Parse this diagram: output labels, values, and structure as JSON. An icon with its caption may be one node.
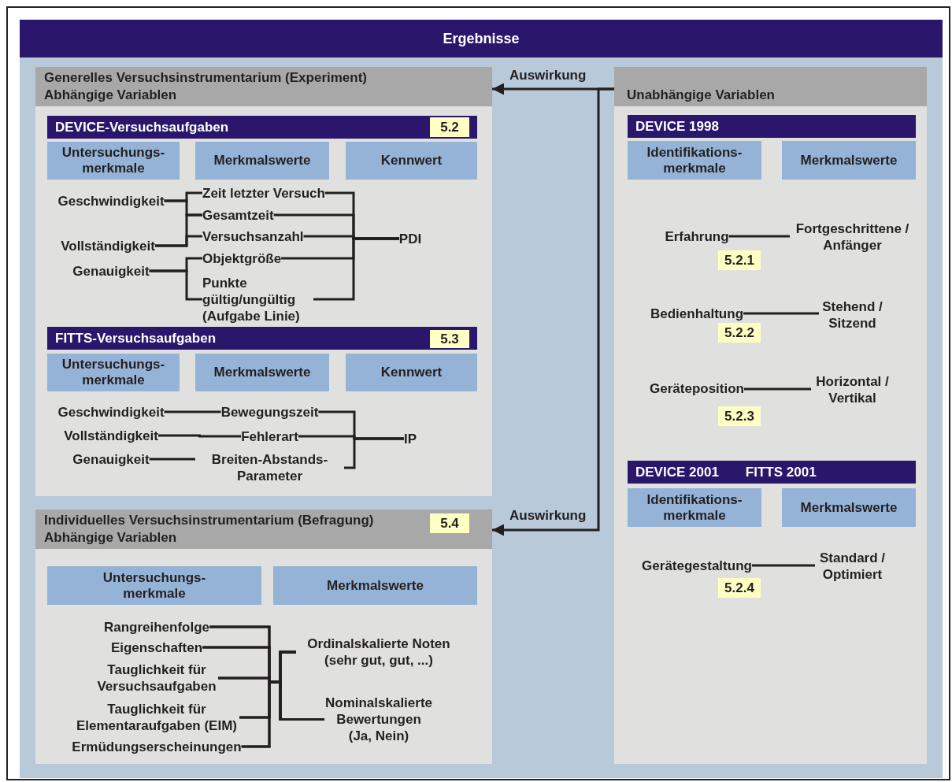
{
  "diagram": {
    "nodes": [
      {
        "text": [
          "Ergebnisse"
        ]
      },
      {
        "text": [
          "Generelles Versuchsinstrumentarium (Experiment)",
          "Abhängige Variablen"
        ],
        "in": 0
      },
      {
        "text": [
          "DEVICE-Versuchsaufgaben"
        ],
        "in": 1
      },
      {
        "text": [
          "5.2"
        ],
        "in": 2
      },
      {
        "text": [
          "Untersuchungs- merkmale"
        ],
        "in": 1
      },
      {
        "text": [
          "Merkmalswerte"
        ],
        "in": 1
      },
      {
        "text": [
          "Kennwert"
        ],
        "in": 1
      },
      {
        "text": [
          "Geschwindigkeit"
        ],
        "in": 1
      },
      {
        "text": [
          "Vollständigkeit"
        ],
        "in": 1
      },
      {
        "text": [
          "Genauigkeit"
        ],
        "in": 1
      },
      {
        "text": [
          "Zeit letzter Versuch"
        ],
        "in": 1
      },
      {
        "text": [
          "Gesamtzeit"
        ],
        "in": 1
      },
      {
        "text": [
          "Versuchsanzahl"
        ],
        "in": 1
      },
      {
        "text": [
          "Objektgröße"
        ],
        "in": 1
      },
      {
        "text": [
          "Punkte gültig/ungültig (Aufgabe Linie)"
        ],
        "in": 1
      },
      {
        "text": [
          "PDI"
        ],
        "in": 1
      },
      {
        "text": [
          "FITTS-Versuchsaufgaben"
        ],
        "in": 1
      },
      {
        "text": [
          "5.3"
        ],
        "in": 16
      },
      {
        "text": [
          "Untersuchungs- merkmale"
        ],
        "in": 1
      },
      {
        "text": [
          "Merkmalswerte"
        ],
        "in": 1
      },
      {
        "text": [
          "Kennwert"
        ],
        "in": 1
      },
      {
        "text": [
          "Geschwindigkeit"
        ],
        "in": 1
      },
      {
        "text": [
          "Vollständigkeit"
        ],
        "in": 1
      },
      {
        "text": [
          "Genauigkeit"
        ],
        "in": 1
      },
      {
        "text": [
          "Bewegungszeit"
        ],
        "in": 1
      },
      {
        "text": [
          "Fehlerart"
        ],
        "in": 1
      },
      {
        "text": [
          "Breiten-Abstands- Parameter"
        ],
        "in": 1
      },
      {
        "text": [
          "IP"
        ],
        "in": 1
      },
      {
        "text": [
          "Individuelles Versuchsinstrumentarium (Befragung)",
          "Abhängige Variablen"
        ],
        "in": 0
      },
      {
        "text": [
          "5.4"
        ],
        "in": 28
      },
      {
        "text": [
          "Untersuchungs- merkmale"
        ],
        "in": 28
      },
      {
        "text": [
          "Merkmalswerte"
        ],
        "in": 28
      },
      {
        "text": [
          "Rangreihenfolge"
        ],
        "in": 28
      },
      {
        "text": [
          "Eigenschaften"
        ],
        "in": 28
      },
      {
        "text": [
          "Tauglichkeit für Versuchsaufgaben"
        ],
        "in": 28
      },
      {
        "text": [
          "Tauglichkeit für Elementaraufgaben (EIM)"
        ],
        "in": 28
      },
      {
        "text": [
          "Ermüdungserscheinungen"
        ],
        "in": 28
      },
      {
        "text": [
          "Ordinalskalierte Noten (sehr gut, gut, ...)"
        ],
        "in": 28
      },
      {
        "text": [
          "Nominalskalierte Bewertungen (Ja, Nein)"
        ],
        "in": 28
      },
      {
        "text": [
          "Unabhängige Variablen"
        ],
        "in": 0
      },
      {
        "text": [
          "DEVICE 1998"
        ],
        "in": 39
      },
      {
        "text": [
          "Identifikations- merkmale"
        ],
        "in": 39
      },
      {
        "text": [
          "Merkmalswerte"
        ],
        "in": 39
      },
      {
        "text": [
          "Erfahrung"
        ],
        "in": 39
      },
      {
        "text": [
          "5.2.1"
        ],
        "in": 39
      },
      {
        "text": [
          "Fortgeschrittene / Anfänger"
        ],
        "in": 39
      },
      {
        "text": [
          "Bedienhaltung"
        ],
        "in": 39
      },
      {
        "text": [
          "5.2.2"
        ],
        "in": 39
      },
      {
        "text": [
          "Stehend / Sitzend"
        ],
        "in": 39
      },
      {
        "text": [
          "Geräteposition"
        ],
        "in": 39
      },
      {
        "text": [
          "5.2.3"
        ],
        "in": 39
      },
      {
        "text": [
          "Horizontal / Vertikal"
        ],
        "in": 39
      },
      {
        "text": [
          "DEVICE 2001",
          "FITTS 2001"
        ],
        "in": 39
      },
      {
        "text": [
          "Identifikations- merkmale"
        ],
        "in": 39
      },
      {
        "text": [
          "Merkmalswerte"
        ],
        "in": 39
      },
      {
        "text": [
          "Gerätegestaltung"
        ],
        "in": 39
      },
      {
        "text": [
          "5.2.4"
        ],
        "in": 39
      },
      {
        "text": [
          "Standard / Optimiert"
        ],
        "in": 39
      }
    ],
    "edges": [
      {
        "from": 39,
        "to": 1,
        "arrow": "to",
        "label": "Auswirkung"
      },
      {
        "from": 39,
        "to": 28,
        "arrow": "to",
        "label": "Auswirkung"
      },
      {
        "from": 7,
        "to": 10,
        "arrow": "none"
      },
      {
        "from": 7,
        "to": 11,
        "arrow": "none"
      },
      {
        "from": 8,
        "to": 11,
        "arrow": "none"
      },
      {
        "from": 8,
        "to": 12,
        "arrow": "none"
      },
      {
        "from": 9,
        "to": 13,
        "arrow": "none"
      },
      {
        "from": 9,
        "to": 14,
        "arrow": "none"
      },
      {
        "from": 10,
        "to": 15,
        "arrow": "none"
      },
      {
        "from": 11,
        "to": 15,
        "arrow": "none"
      },
      {
        "from": 12,
        "to": 15,
        "arrow": "none"
      },
      {
        "from": 13,
        "to": 15,
        "arrow": "none"
      },
      {
        "from": 14,
        "to": 15,
        "arrow": "none"
      },
      {
        "from": 21,
        "to": 24,
        "arrow": "none"
      },
      {
        "from": 22,
        "to": 25,
        "arrow": "none"
      },
      {
        "from": 23,
        "to": 26,
        "arrow": "none"
      },
      {
        "from": 24,
        "to": 27,
        "arrow": "none"
      },
      {
        "from": 25,
        "to": 27,
        "arrow": "none"
      },
      {
        "from": 26,
        "to": 27,
        "arrow": "none"
      },
      {
        "from": 32,
        "to": 37,
        "arrow": "none"
      },
      {
        "from": 32,
        "to": 38,
        "arrow": "none"
      },
      {
        "from": 33,
        "to": 37,
        "arrow": "none"
      },
      {
        "from": 33,
        "to": 38,
        "arrow": "none"
      },
      {
        "from": 34,
        "to": 37,
        "arrow": "none"
      },
      {
        "from": 34,
        "to": 38,
        "arrow": "none"
      },
      {
        "from": 35,
        "to": 37,
        "arrow": "none"
      },
      {
        "from": 35,
        "to": 38,
        "arrow": "none"
      },
      {
        "from": 36,
        "to": 37,
        "arrow": "none"
      },
      {
        "from": 36,
        "to": 38,
        "arrow": "none"
      },
      {
        "from": 43,
        "to": 45,
        "arrow": "none"
      },
      {
        "from": 46,
        "to": 48,
        "arrow": "none"
      },
      {
        "from": 49,
        "to": 51,
        "arrow": "none"
      },
      {
        "from": 55,
        "to": 57,
        "arrow": "none"
      }
    ]
  }
}
